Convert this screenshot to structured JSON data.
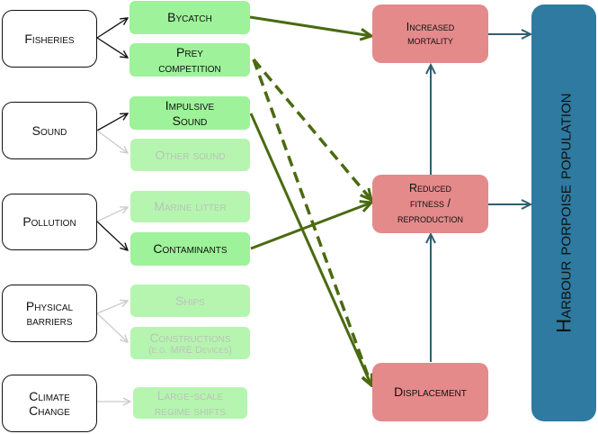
{
  "drivers": [
    {
      "id": "fisheries",
      "label": "Fisheries"
    },
    {
      "id": "sound",
      "label": "Sound"
    },
    {
      "id": "pollution",
      "label": "Pollution"
    },
    {
      "id": "physical",
      "label_line1": "Physical",
      "label_line2": "barriers"
    },
    {
      "id": "climate",
      "label_line1": "Climate",
      "label_line2": "Change"
    }
  ],
  "pressures": [
    {
      "id": "bycatch",
      "label": "Bycatch",
      "active": true
    },
    {
      "id": "prey",
      "label_line1": "Prey",
      "label_line2": "competition",
      "active": true
    },
    {
      "id": "impulsive",
      "label_line1": "Impulsive",
      "label_line2": "Sound",
      "active": true
    },
    {
      "id": "other-sound",
      "label": "Other sound",
      "active": false
    },
    {
      "id": "marine-litter",
      "label": "Marine litter",
      "active": false
    },
    {
      "id": "contaminants",
      "label": "Contaminants",
      "active": true
    },
    {
      "id": "ships",
      "label": "Ships",
      "active": false
    },
    {
      "id": "constructions",
      "label_line1": "Constructions",
      "label_line2": "(e.g. MRE Devices)",
      "active": false
    },
    {
      "id": "regime",
      "label_line1": "Large-scale",
      "label_line2": "regime shifts",
      "active": false
    }
  ],
  "effects": [
    {
      "id": "mortality",
      "label_line1": "Increased",
      "label_line2": "mortality"
    },
    {
      "id": "fitness",
      "label_line1": "Reduced",
      "label_line2": "fitness /",
      "label_line3": "reproduction"
    },
    {
      "id": "displacement",
      "label": "Displacement"
    }
  ],
  "population": {
    "label": "Harbour porpoise population"
  },
  "colors": {
    "driver_arrow": "#111111",
    "faded_arrow": "#cccccc",
    "impact_arrow": "#4a6a10",
    "effect_arrow": "#2f5f70",
    "pressure_fill": "#9ef29a",
    "effect_fill": "#e48a8a",
    "population_fill": "#2e7aa0"
  },
  "links": [
    {
      "from": "fisheries",
      "to": "bycatch",
      "style": "driver"
    },
    {
      "from": "fisheries",
      "to": "prey",
      "style": "driver"
    },
    {
      "from": "sound",
      "to": "impulsive",
      "style": "driver"
    },
    {
      "from": "sound",
      "to": "other-sound",
      "style": "faded"
    },
    {
      "from": "pollution",
      "to": "marine-litter",
      "style": "faded"
    },
    {
      "from": "pollution",
      "to": "contaminants",
      "style": "driver"
    },
    {
      "from": "physical",
      "to": "ships",
      "style": "faded"
    },
    {
      "from": "physical",
      "to": "constructions",
      "style": "faded"
    },
    {
      "from": "climate",
      "to": "regime",
      "style": "faded"
    },
    {
      "from": "bycatch",
      "to": "mortality",
      "style": "impact-solid"
    },
    {
      "from": "prey",
      "to": "fitness",
      "style": "impact-dashed"
    },
    {
      "from": "prey",
      "to": "displacement",
      "style": "impact-dashed"
    },
    {
      "from": "impulsive",
      "to": "displacement",
      "style": "impact-solid"
    },
    {
      "from": "contaminants",
      "to": "fitness",
      "style": "impact-solid"
    },
    {
      "from": "displacement",
      "to": "fitness",
      "style": "effect"
    },
    {
      "from": "fitness",
      "to": "mortality",
      "style": "effect"
    },
    {
      "from": "mortality",
      "to": "population",
      "style": "effect"
    },
    {
      "from": "fitness",
      "to": "population",
      "style": "effect"
    }
  ]
}
